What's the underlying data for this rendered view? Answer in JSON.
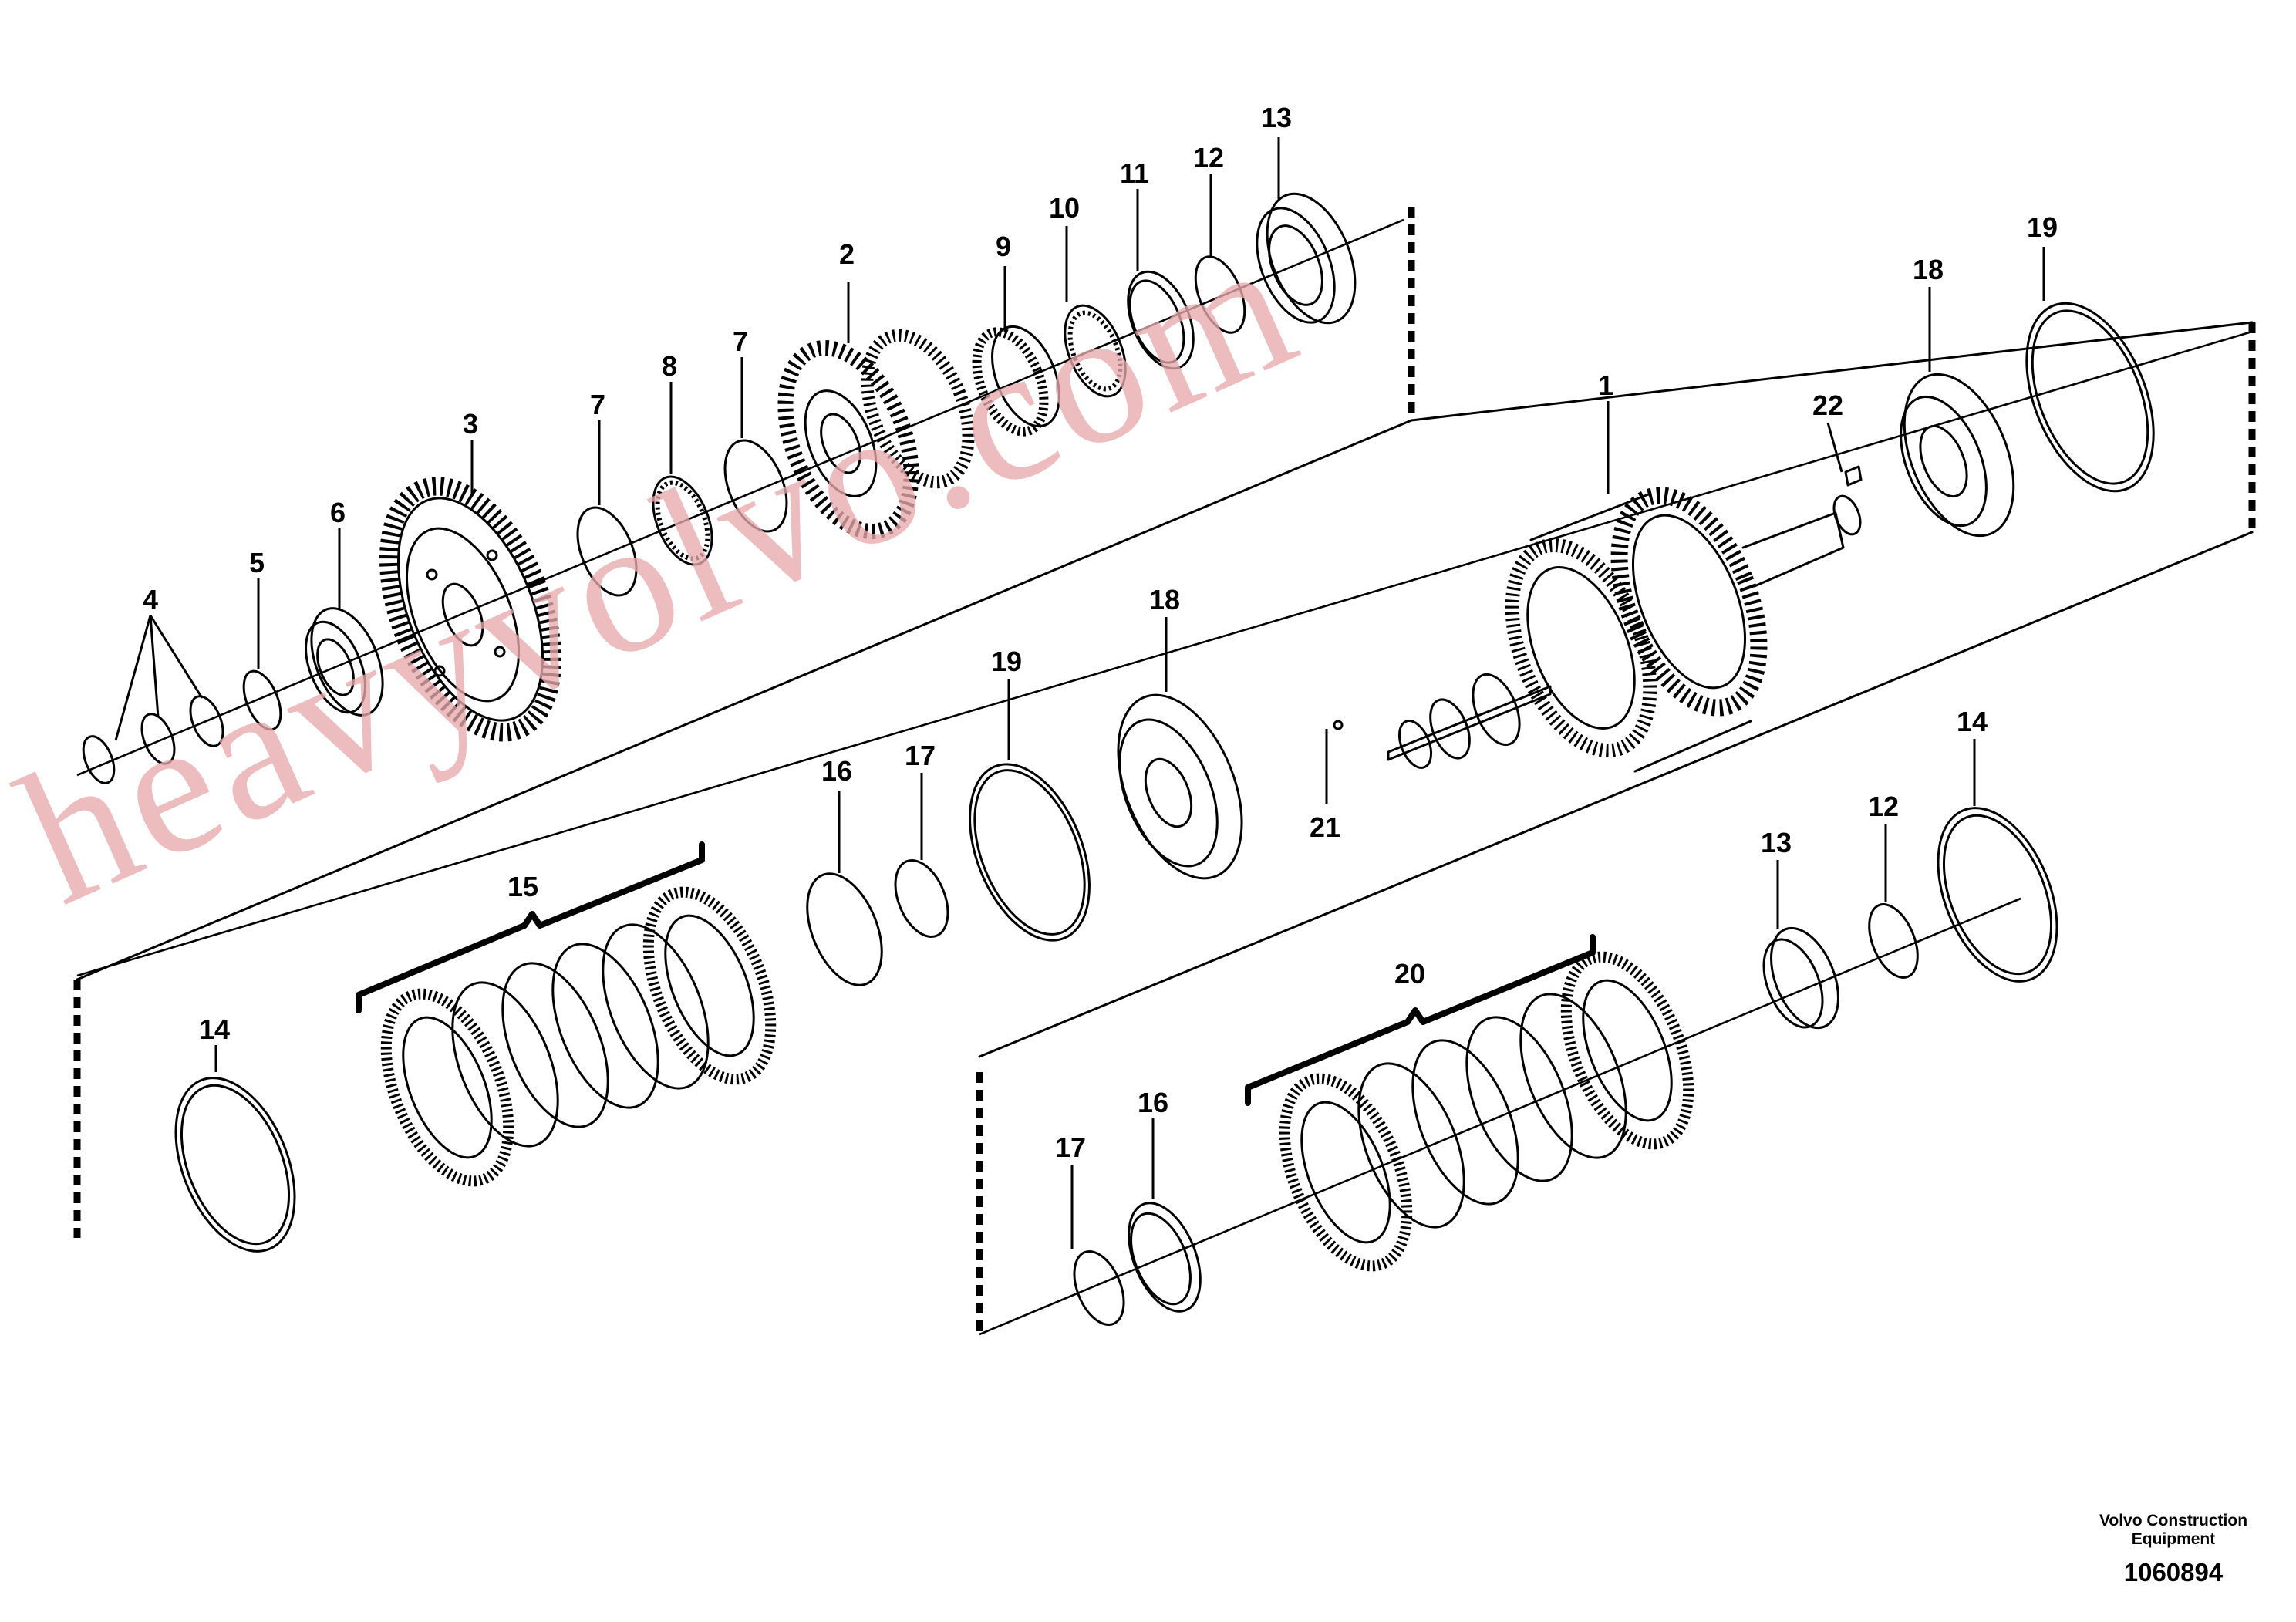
{
  "callouts": [
    "1",
    "2",
    "3",
    "4",
    "5",
    "6",
    "7",
    "7",
    "8",
    "9",
    "10",
    "11",
    "12",
    "13",
    "18",
    "19",
    "22",
    "18",
    "19",
    "21",
    "16",
    "17",
    "15",
    "14",
    "14",
    "13",
    "12",
    "20",
    "16",
    "17"
  ],
  "watermark": "heavyvolvo.com",
  "footer": {
    "company_line1": "Volvo Construction",
    "company_line2": "Equipment",
    "drawing_number": "1060894"
  },
  "colors": {
    "ink": "#000000",
    "watermark": "#e8a9ad",
    "background": "#ffffff"
  }
}
